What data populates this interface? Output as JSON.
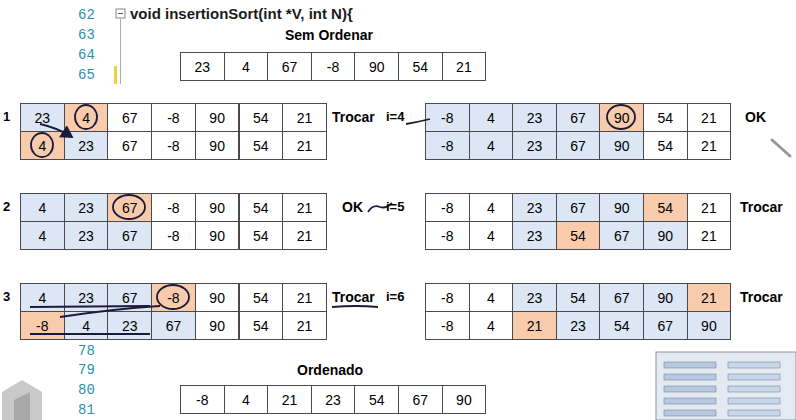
{
  "diagram": {
    "labels": [
      "62",
      "void insertionSort(int *V, int N){",
      "63",
      "Sem Ordenar",
      "64",
      "23",
      "4",
      "67",
      "-8",
      "90",
      "54",
      "21",
      "65",
      "1",
      "23",
      "4",
      "67",
      "-8",
      "90",
      "54",
      "21",
      "Trocar",
      "i=4",
      "-8",
      "4",
      "23",
      "67",
      "90",
      "54",
      "21",
      "OK",
      "4",
      "23",
      "67",
      "-8",
      "90",
      "54",
      "21",
      "-8",
      "4",
      "23",
      "67",
      "90",
      "54",
      "21",
      "2",
      "4",
      "23",
      "67",
      "-8",
      "90",
      "54",
      "21",
      "OK",
      "i=5",
      "-8",
      "4",
      "23",
      "67",
      "90",
      "54",
      "21",
      "Trocar",
      "4",
      "23",
      "67",
      "-8",
      "90",
      "54",
      "21",
      "-8",
      "4",
      "23",
      "54",
      "67",
      "90",
      "21",
      "3",
      "4",
      "23",
      "67",
      "-8",
      "90",
      "54",
      "21",
      "Trocar",
      "i=6",
      "-8",
      "4",
      "23",
      "54",
      "67",
      "90",
      "21",
      "Trocar",
      "-8",
      "4",
      "23",
      "67",
      "90",
      "54",
      "21",
      "-8",
      "4",
      "21",
      "23",
      "54",
      "67",
      "90",
      "78",
      "79",
      "Ordenado",
      "80",
      "-8",
      "4",
      "21",
      "23",
      "54",
      "67",
      "90",
      "81"
    ]
  }
}
